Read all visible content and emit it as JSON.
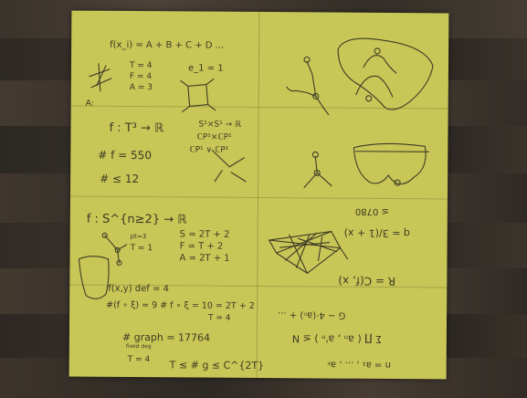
{
  "photo": {
    "subject": "napkin",
    "colors": {
      "napkin": "#c8c657",
      "ink": "#3b3a22",
      "wood_dark": "#2b2621",
      "wood_light": "#4b4238"
    }
  },
  "napkin_text": {
    "tl_formula": "f(x_i) = A + B + C + D ...",
    "tl_t": "T = 4",
    "tl_f": "F = 4",
    "tl_a": "A = 3",
    "tl_a2": "A:",
    "tl_eq1": "e_1 = 1",
    "ml_map": "f : T³ → ℝ",
    "ml_top": "S¹×S¹ → ℝ",
    "ml_mid": "ℂP¹×ℂP¹",
    "ml_low": "ℂP¹ ∨ ℂP¹",
    "ml_count1": "# f = 550",
    "ml_count2": "# ≤ 12",
    "bl_map": "f : S^{n≥2} → ℝ",
    "bl_s": "S = 2T + 2",
    "bl_f": "F = T + 2",
    "bl_a": "A = 2T + 1",
    "bl_pt3": "pt=3",
    "bl_t1": "T = 1",
    "bl_fn": "f(x,y)   def = 4",
    "bl_line2": "#(f ∘ ξ) = 9   # f ∘ ξ = 10 = 2T + 2",
    "bl_t4": "T = 4",
    "bl_graph": "# graph = 17764",
    "bl_graph_sub": "fixed deg",
    "bl_t4b": "T = 4",
    "bl_tbound": "T ≤ # g ≤ C^{2T}",
    "br_r1": "≤ 0780",
    "br_r2": "q = 3/(1 + x)",
    "br_r3": "R = C(f, x)",
    "br_r4": "G ~ 4·(aₙ) + ...",
    "br_r5": "Σ ∏ ( aₙ , a'ₙ ) ≤ N",
    "br_r6": "n = a₁ , ... , aₖ"
  }
}
